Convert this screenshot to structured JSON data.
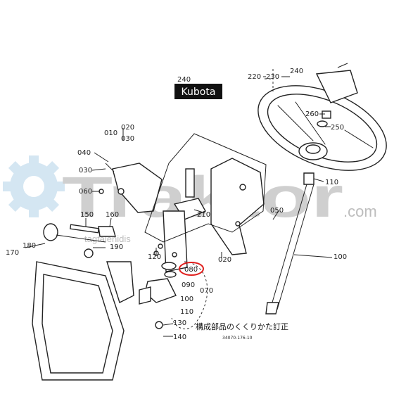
{
  "brand": {
    "badge_text": "Kubota",
    "badge_ref": "240"
  },
  "watermark": {
    "main": "Traktor",
    "domain": ".com",
    "user": "tagtalenidis"
  },
  "colors": {
    "watermark_gear": "#cde2f0",
    "watermark_text": "#cfcfcf",
    "highlight": "#e0201e"
  },
  "highlight_label": "080",
  "labels": {
    "010": "010",
    "020": "020",
    "030a": "030",
    "040": "040",
    "030b": "030",
    "060": "060",
    "150": "150",
    "160": "160",
    "170": "170",
    "180": "180",
    "190": "190",
    "120": "120",
    "210": "210",
    "050": "050",
    "020b": "020",
    "090": "090",
    "070": "070",
    "100": "100",
    "110b": "110",
    "130": "130",
    "140": "140",
    "220": "220",
    "230": "230",
    "240": "240",
    "260": "260",
    "250": "250",
    "110": "110",
    "100b": "100"
  },
  "footer": {
    "note": "構成部品のくくりかた訂正",
    "code": "34070-176-10"
  }
}
